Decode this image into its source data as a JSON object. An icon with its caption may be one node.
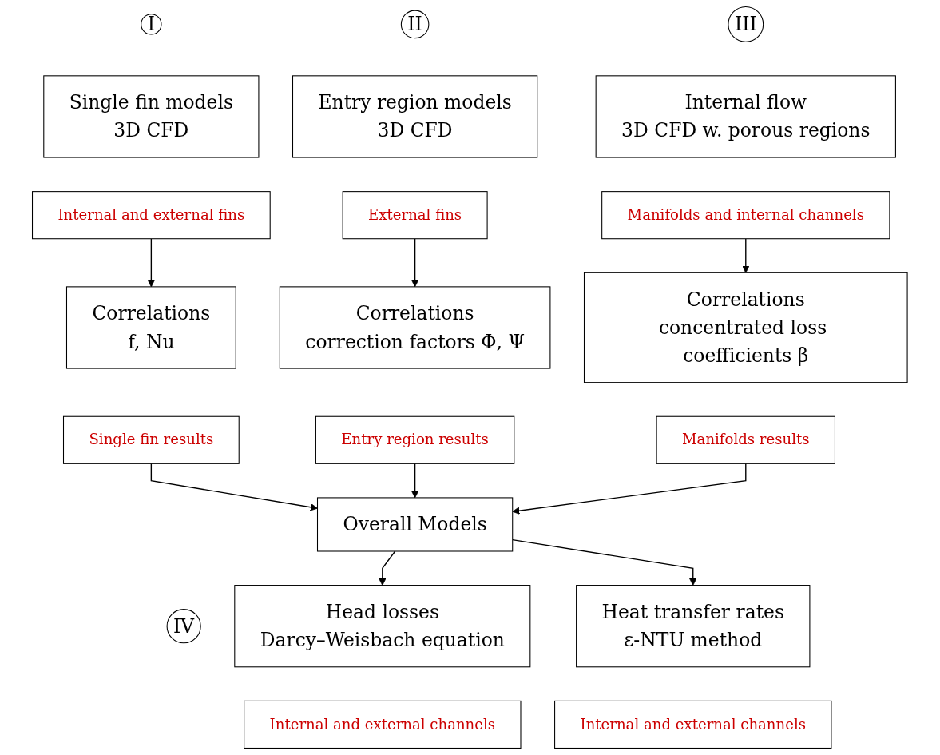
{
  "diagram": {
    "nodes": [
      {
        "text": [
          "I"
        ]
      },
      {
        "text": [
          "II"
        ]
      },
      {
        "text": [
          "III"
        ]
      },
      {
        "text": [
          "Single fin models",
          "3D CFD"
        ]
      },
      {
        "text": [
          "Internal and external fins"
        ]
      },
      {
        "text": [
          "Entry region models",
          "3D CFD"
        ]
      },
      {
        "text": [
          "External fins"
        ]
      },
      {
        "text": [
          "Internal flow",
          "3D CFD w. porous regions"
        ]
      },
      {
        "text": [
          "Manifolds and internal channels"
        ]
      },
      {
        "text": [
          "Correlations",
          "f, Nu"
        ]
      },
      {
        "text": [
          "Single fin results"
        ]
      },
      {
        "text": [
          "Correlations",
          "correction factors Φ, Ψ"
        ]
      },
      {
        "text": [
          "Entry region results"
        ]
      },
      {
        "text": [
          "Correlations",
          "concentrated loss coefficients β"
        ]
      },
      {
        "text": [
          "Manifolds results"
        ]
      },
      {
        "text": [
          "Overall Models"
        ]
      },
      {
        "text": [
          "IV"
        ]
      },
      {
        "text": [
          "Head losses",
          "Darcy–Weisbach equation"
        ]
      },
      {
        "text": [
          "Internal and external channels"
        ]
      },
      {
        "text": [
          "Heat transfer rates",
          "ε-NTU method"
        ]
      },
      {
        "text": [
          "Internal and external channels"
        ]
      }
    ],
    "edges": [
      {
        "from": 4,
        "to": 9,
        "arrow": "to"
      },
      {
        "from": 6,
        "to": 11,
        "arrow": "to"
      },
      {
        "from": 8,
        "to": 13,
        "arrow": "to"
      },
      {
        "from": 10,
        "to": 15,
        "arrow": "to"
      },
      {
        "from": 12,
        "to": 15,
        "arrow": "to"
      },
      {
        "from": 14,
        "to": 15,
        "arrow": "to"
      },
      {
        "from": 15,
        "to": 17,
        "arrow": "to"
      },
      {
        "from": 15,
        "to": 19,
        "arrow": "to"
      }
    ]
  }
}
